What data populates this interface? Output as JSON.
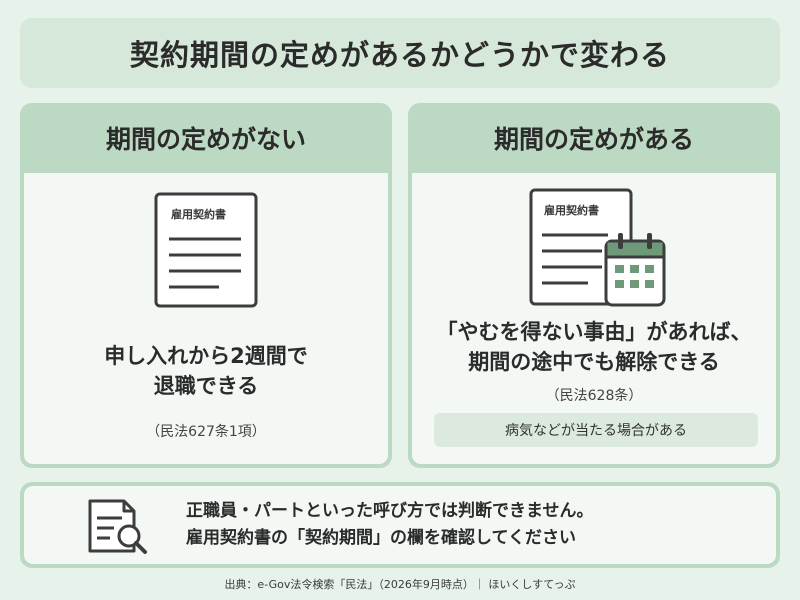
{
  "title": "契約期間の定めがあるかどうかで変わる",
  "left_panel": {
    "heading": "期間の定めがない",
    "doc_label": "雇用契約書",
    "main_lines": [
      "申し入れから2週間で",
      "退職できる"
    ],
    "citation": "（民法627条1項）"
  },
  "right_panel": {
    "heading": "期間の定めがある",
    "doc_label": "雇用契約書",
    "main_lines": [
      "「やむを得ない事由」があれば、",
      "期間の途中でも解除できる"
    ],
    "citation": "（民法628条）",
    "note": "病気などが当たる場合がある"
  },
  "bottom": {
    "icon": "document-search-icon",
    "lines": [
      "正職員・パートといった呼び方では判断できません。",
      "雇用契約書の「契約期間」の欄を確認してください"
    ]
  },
  "source": "出典：e-Gov法令検索「民法」（2026年9月時点）｜ ほいくしすてっぷ",
  "colors": {
    "background": "#e7f2ea",
    "header_green": "#bcd9c3",
    "title_green": "#d5e8da",
    "icon_gray": "#3d3d3d",
    "calendar_green": "#6f9a7a"
  }
}
